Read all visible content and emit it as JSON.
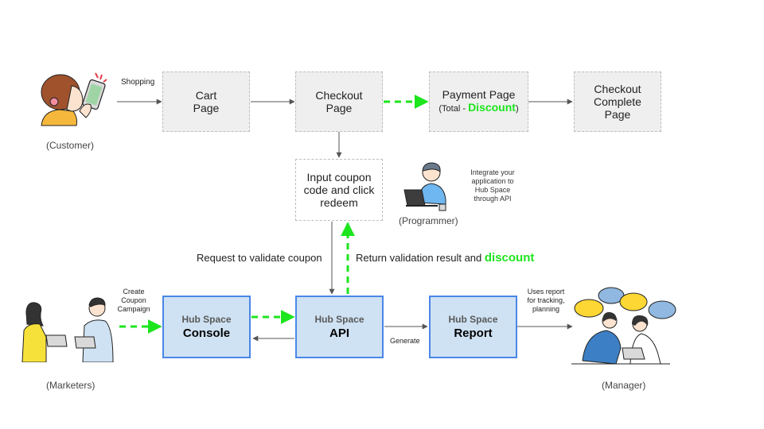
{
  "boxes": {
    "cart": [
      "Cart",
      "Page"
    ],
    "checkout": [
      "Checkout",
      "Page"
    ],
    "payment": {
      "line1": "Payment Page",
      "prefix": "(Total - ",
      "highlight": "Discount",
      "suffix": ")"
    },
    "complete": [
      "Checkout",
      "Complete",
      "Page"
    ],
    "coupon": [
      "Input coupon",
      "code and click",
      "redeem"
    ],
    "console": {
      "small": "Hub Space",
      "big": "Console"
    },
    "api": {
      "small": "Hub Space",
      "big": "API"
    },
    "report": {
      "small": "Hub Space",
      "big": "Report"
    }
  },
  "labels": {
    "shopping": "Shopping",
    "customer": "(Customer)",
    "programmer": "(Programmer)",
    "integrate": [
      "Integrate your",
      "application to",
      "Hub Space",
      "through API"
    ],
    "request": "Request to validate coupon",
    "return_prefix": "Return validation result and ",
    "return_highlight": "discount",
    "create": [
      "Create",
      "Coupon",
      "Campaign"
    ],
    "generate": "Generate",
    "uses": [
      "Uses report",
      "for tracking,",
      "planning"
    ],
    "marketers": "(Marketers)",
    "manager": "(Manager)"
  },
  "colors": {
    "accent_green": "#1de51d",
    "box_blue": "#cfe2f3",
    "box_border": "#4a86e8",
    "gray_box": "#efefef"
  }
}
